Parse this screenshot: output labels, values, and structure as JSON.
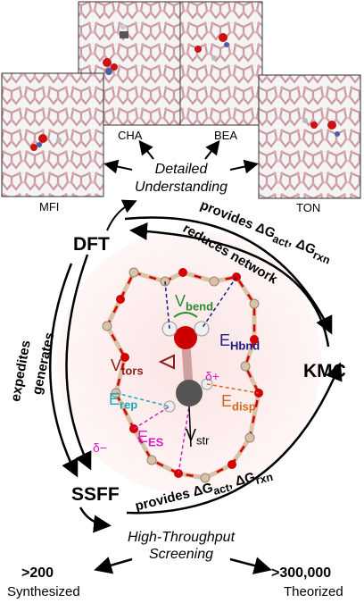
{
  "frameworks": {
    "mfi": "MFI",
    "cha": "CHA",
    "bea": "BEA",
    "ton": "TON"
  },
  "top_caption": {
    "line1": "Detailed",
    "line2": "Understanding"
  },
  "nodes": {
    "dft": "DFT",
    "kmc": "KMC",
    "ssff": "SSFF"
  },
  "arc_labels": {
    "dft_to_kmc": "provides ΔG",
    "dft_to_kmc_sub1": "act",
    "dft_to_kmc_mid": ", ΔG",
    "dft_to_kmc_sub2": "rxn",
    "kmc_to_dft": "reduces network",
    "left_outer": "expedites",
    "left_inner": "generates",
    "ssff_to_kmc": "provides ΔG",
    "ssff_to_kmc_sub1": "act",
    "ssff_to_kmc_mid": ", ΔG",
    "ssff_to_kmc_sub2": "rxn"
  },
  "energy_terms": {
    "v_bend": "V",
    "v_bend_sub": "bend",
    "e_hbnd": "E",
    "e_hbnd_sub": "Hbnd",
    "v_tors": "V",
    "v_tors_sub": "tors",
    "delta_plus": "δ+",
    "e_rep": "E",
    "e_rep_sub": "rep",
    "e_disp": "E",
    "e_disp_sub": "disp",
    "e_es": "E",
    "e_es_sub": "ES",
    "delta_minus": "δ−",
    "v_str": "V",
    "v_str_sub": "str"
  },
  "bottom_caption": {
    "line1": "High-Throughput",
    "line2": "Screening"
  },
  "counts": {
    "synthesized_count": ">200",
    "synthesized_label": "Synthesized",
    "theorized_count": ">300,000",
    "theorized_label": "Theorized"
  },
  "colors": {
    "v_bend": "#2e8b2e",
    "e_hbnd": "#1a1a80",
    "v_tors": "#8b1a1a",
    "e_rep": "#1aa8b8",
    "e_disp": "#d2691e",
    "e_es": "#d01fc8",
    "oxygen": "#d40000",
    "silicon": "#d8c2a8"
  }
}
